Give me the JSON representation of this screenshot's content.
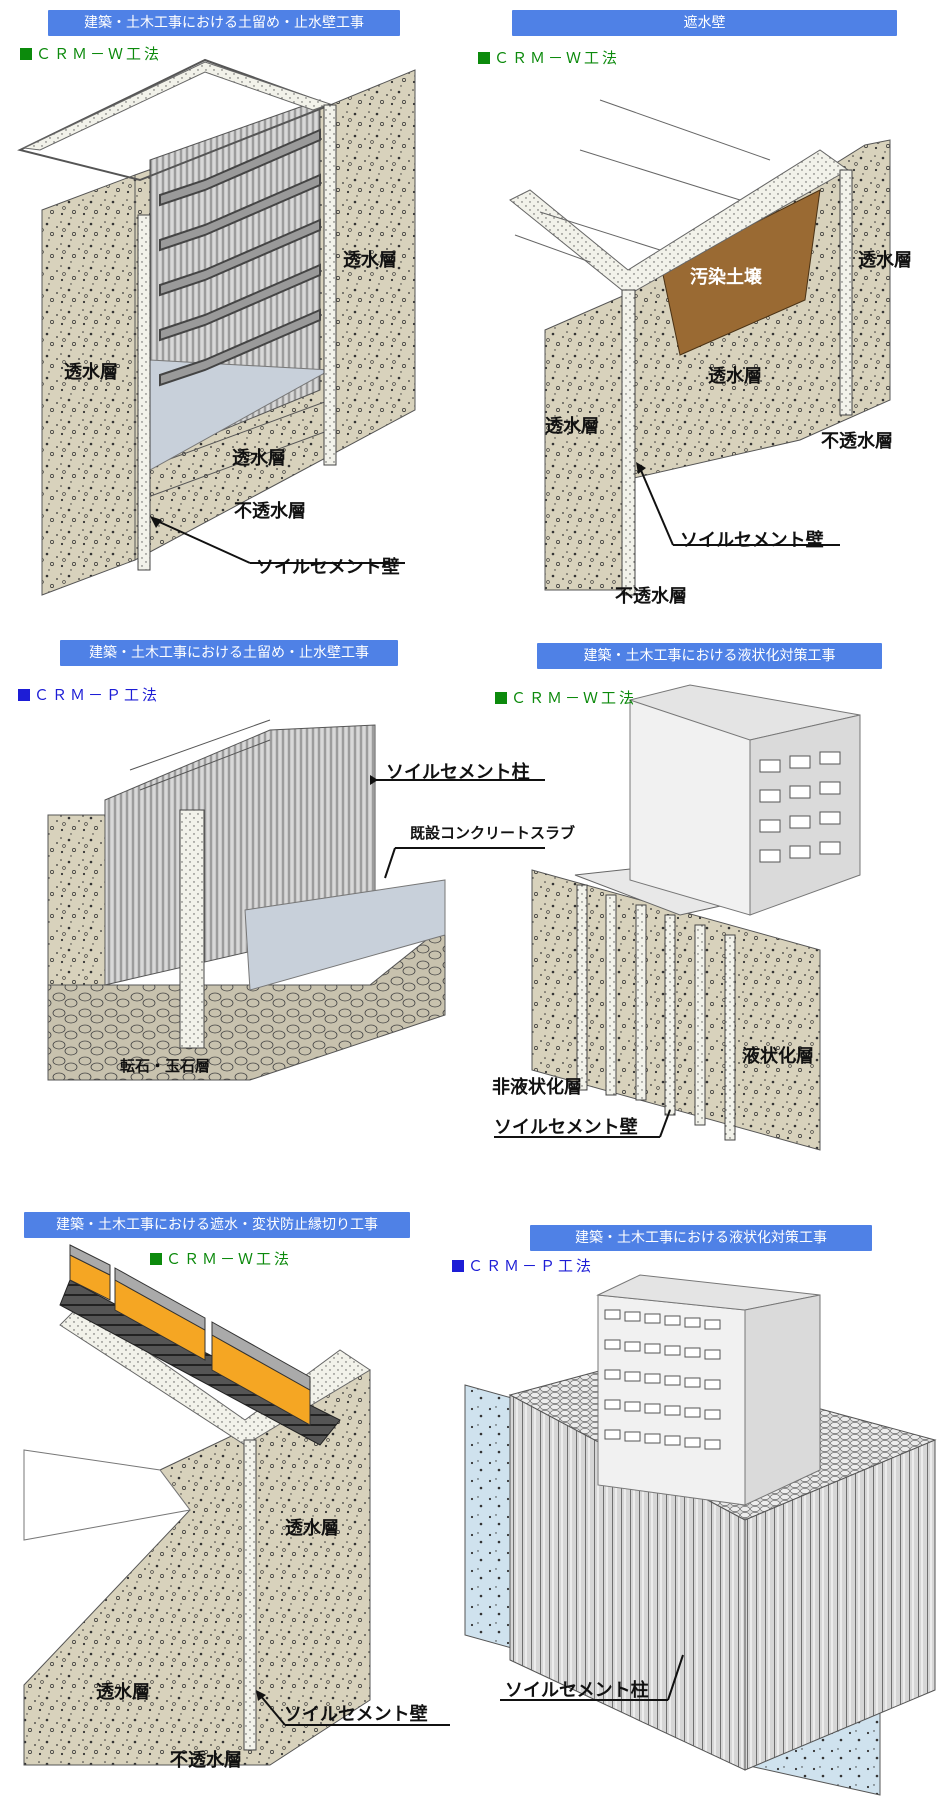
{
  "panels": [
    {
      "banner": "建築・土木工事における土留め・止水壁工事",
      "method": "ＣＲＭ－Ｗ工法",
      "labels": {
        "permeable_right": "透水層",
        "permeable_left": "透水層",
        "permeable_bottom": "透水層",
        "impermeable": "不透水層",
        "wall": "ソイルセメント壁"
      }
    },
    {
      "banner": "遮水壁",
      "method": "ＣＲＭ－Ｗ工法",
      "labels": {
        "contaminated": "汚染土壌",
        "permeable_right": "透水層",
        "permeable_center": "透水層",
        "permeable_left": "透水層",
        "impermeable_right": "不透水層",
        "wall": "ソイルセメント壁",
        "impermeable_bottom": "不透水層"
      }
    },
    {
      "banner": "建築・土木工事における土留め・止水壁工事",
      "method": "ＣＲＭ－Ｐ工法",
      "labels": {
        "column": "ソイルセメント柱",
        "slab": "既設コンクリートスラブ",
        "boulder": "転石・玉石層"
      }
    },
    {
      "banner": "建築・土木工事における液状化対策工事",
      "method": "ＣＲＭ－Ｗ工法",
      "labels": {
        "liquefied": "液状化層",
        "non_liquefied": "非液状化層",
        "wall": "ソイルセメント壁"
      }
    },
    {
      "banner": "建築・土木工事における遮水・変状防止縁切り工事",
      "method": "ＣＲＭ－Ｗ工法",
      "labels": {
        "permeable_right": "透水層",
        "permeable_left": "透水層",
        "wall": "ソイルセメント壁",
        "impermeable": "不透水層"
      }
    },
    {
      "banner": "建築・土木工事における液状化対策工事",
      "method": "ＣＲＭ－Ｐ工法",
      "labels": {
        "column": "ソイルセメント柱"
      }
    }
  ],
  "colors": {
    "banner": "#4f81e6",
    "soil": "#d8d2bc",
    "wall": "#efefe8",
    "green_method": "#0c8a0c",
    "blue_method": "#1d1dd6",
    "contaminated": "#9a6a33",
    "water_layer": "#cfe2ee"
  }
}
